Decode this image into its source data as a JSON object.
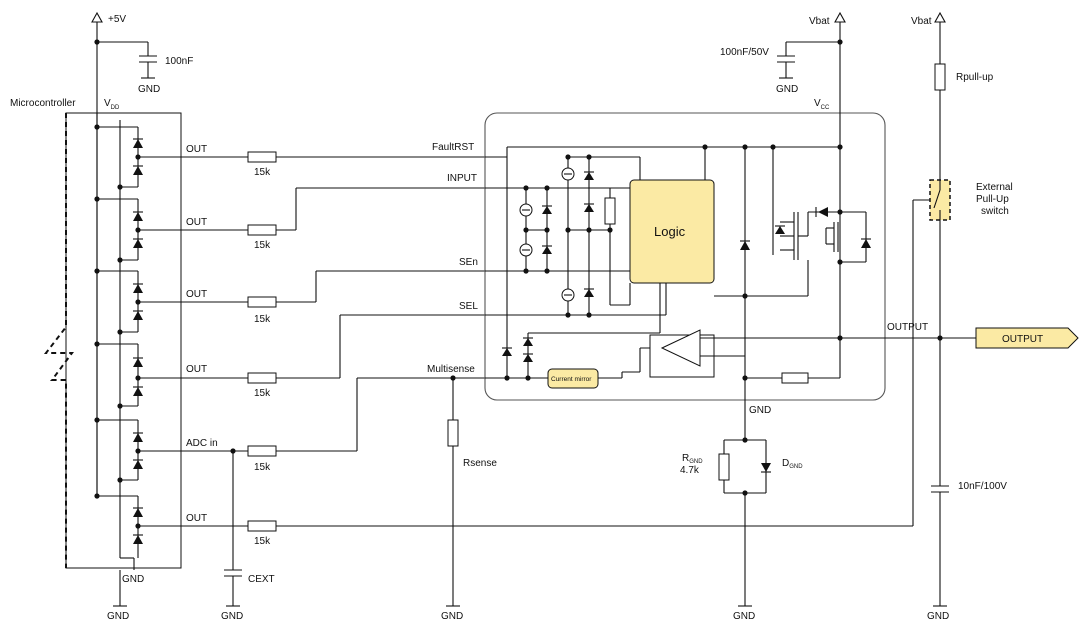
{
  "labels": {
    "plus5v": "+5V",
    "cap_100nf": "100nF",
    "gnd": "GND",
    "microcontroller": "Microcontroller",
    "vdd": "V",
    "vdd_sub": "DD",
    "out": "OUT",
    "adc_in": "ADC in",
    "r15k": "15k",
    "cext": "CEXT",
    "faultrst": "FaultRST",
    "input": "INPUT",
    "sen": "SEn",
    "sel": "SEL",
    "multisense": "Multisense",
    "rsense": "Rsense",
    "logic": "Logic",
    "current_mirror": "Current mirror",
    "vbat": "Vbat",
    "cap_100nf_50v": "100nF/50V",
    "vcc": "V",
    "vcc_sub": "CC",
    "rgnd": "R",
    "rgnd_sub": "GND",
    "rgnd_val": "4.7k",
    "dgnd": "D",
    "dgnd_sub": "GND",
    "rpullup": "Rpull-up",
    "ext_pullup_1": "External",
    "ext_pullup_2": "Pull-Up",
    "ext_pullup_3": "switch",
    "output_net": "OUTPUT",
    "output_conn": "OUTPUT",
    "cap_10nf": "10nF/100V"
  },
  "colors": {
    "block_fill": "#fbeaa4",
    "wire": "#111111"
  },
  "icons": [
    "supply-arrow-icon",
    "ground-symbol-icon",
    "capacitor-icon",
    "resistor-icon",
    "diode-icon",
    "mosfet-icon",
    "comparator-icon",
    "current-source-icon",
    "switch-icon"
  ]
}
